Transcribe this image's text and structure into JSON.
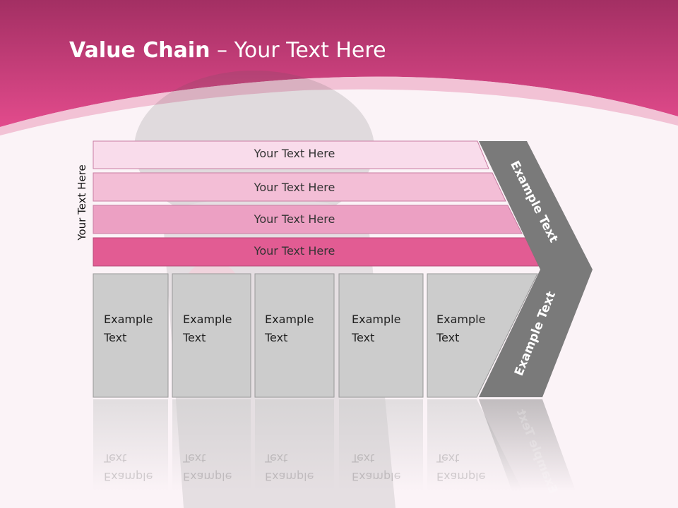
{
  "title": {
    "bold": "Value Chain",
    "rest": " – Your Text Here"
  },
  "side_label": "Your Text Here",
  "bars": [
    {
      "label": "Your Text Here"
    },
    {
      "label": "Your Text Here"
    },
    {
      "label": "Your Text Here"
    },
    {
      "label": "Your Text Here"
    }
  ],
  "boxes": [
    {
      "line1": "Example",
      "line2": "Text"
    },
    {
      "line1": "Example",
      "line2": "Text"
    },
    {
      "line1": "Example",
      "line2": "Text"
    },
    {
      "line1": "Example",
      "line2": "Text"
    },
    {
      "line1": "Example",
      "line2": "Text"
    }
  ],
  "chevron": {
    "upper_label": "Example Text",
    "lower_label": "Example Text"
  },
  "colors": {
    "header_top": "#a83468",
    "header_bottom": "#e0498a",
    "bar_1": "#f9dceb",
    "bar_2": "#f3bed6",
    "bar_3": "#eca0c3",
    "bar_4": "#e25c93",
    "box": "#cccccc",
    "chevron": "#7a7a7a"
  }
}
